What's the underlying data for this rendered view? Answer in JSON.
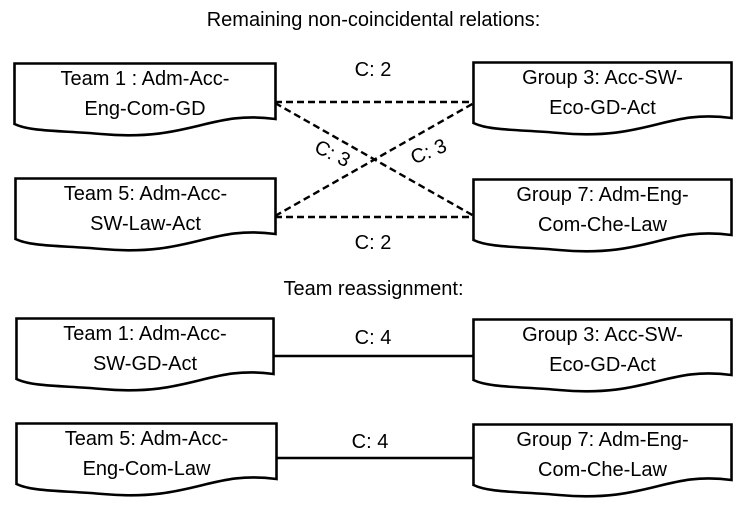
{
  "diagram": {
    "top": {
      "title": "Remaining non-coincidental relations:",
      "nodes": [
        {
          "id": "team1-before",
          "line1": "Team 1 : Adm-Acc-",
          "line2": "Eng-Com-GD"
        },
        {
          "id": "group3-before",
          "line1": "Group 3: Acc-SW-",
          "line2": "Eco-GD-Act"
        },
        {
          "id": "team5-before",
          "line1": "Team 5: Adm-Acc-",
          "line2": "SW-Law-Act"
        },
        {
          "id": "group7-before",
          "line1": "Group 7: Adm-Eng-",
          "line2": "Com-Che-Law"
        }
      ],
      "relations": [
        {
          "from": "Team 1",
          "to": "Group 3",
          "label": "C: 2",
          "style": "dashed"
        },
        {
          "from": "Team 1",
          "to": "Group 7",
          "label": "C: 3",
          "style": "dashed"
        },
        {
          "from": "Team 5",
          "to": "Group 3",
          "label": "C: 3",
          "style": "dashed"
        },
        {
          "from": "Team 5",
          "to": "Group 7",
          "label": "C: 2",
          "style": "dashed"
        }
      ]
    },
    "bottom": {
      "title": "Team reassignment:",
      "nodes": [
        {
          "id": "team1-after",
          "line1": "Team 1: Adm-Acc-",
          "line2": "SW-GD-Act"
        },
        {
          "id": "group3-after",
          "line1": "Group 3: Acc-SW-",
          "line2": "Eco-GD-Act"
        },
        {
          "id": "team5-after",
          "line1": "Team 5: Adm-Acc-",
          "line2": "Eng-Com-Law"
        },
        {
          "id": "group7-after",
          "line1": "Group 7: Adm-Eng-",
          "line2": "Com-Che-Law"
        }
      ],
      "relations": [
        {
          "from": "Team 1",
          "to": "Group 3",
          "label": "C: 4",
          "style": "solid"
        },
        {
          "from": "Team 5",
          "to": "Group 7",
          "label": "C: 4",
          "style": "solid"
        }
      ]
    },
    "colors": {
      "background": "#ffffff",
      "stroke": "#000000",
      "text": "#000000"
    }
  }
}
